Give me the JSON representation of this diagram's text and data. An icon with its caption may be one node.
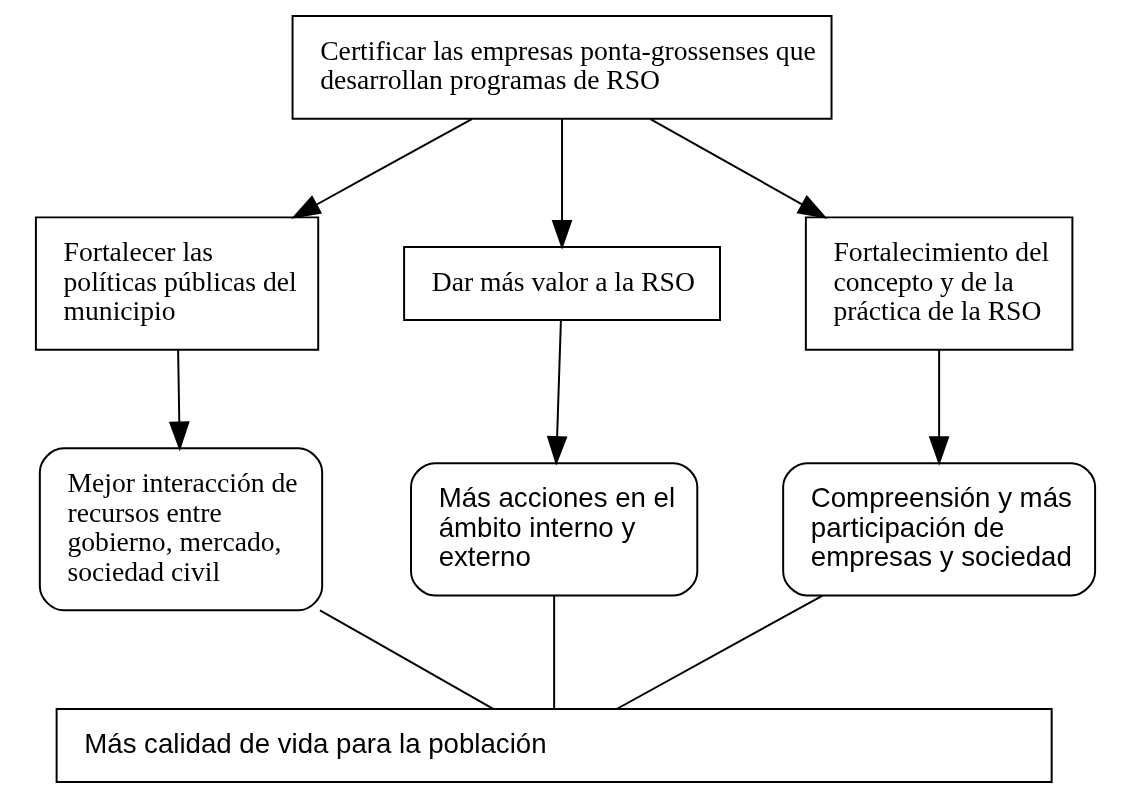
{
  "diagram": {
    "nodes": [
      {
        "text": [
          "Certificar las empresas ponta-grossenses que desarrollan programas de RSO"
        ]
      },
      {
        "text": [
          "Fortalecer las políticas públicas del municipio"
        ]
      },
      {
        "text": [
          "Dar más valor a la RSO"
        ]
      },
      {
        "text": [
          "Fortalecimiento del concepto y de la práctica de la RSO"
        ]
      },
      {
        "text": [
          "Mejor interacción de recursos entre gobierno, mercado, sociedad civil"
        ]
      },
      {
        "text": [
          "Más acciones en el ámbito interno y externo"
        ]
      },
      {
        "text": [
          "Compreensión y más participación de empresas y sociedad"
        ]
      },
      {
        "text": [
          "Más calidad de vida para la población"
        ]
      }
    ],
    "edges": [
      {
        "from": 0,
        "to": 1,
        "arrow": "to"
      },
      {
        "from": 0,
        "to": 2,
        "arrow": "to"
      },
      {
        "from": 0,
        "to": 3,
        "arrow": "to"
      },
      {
        "from": 1,
        "to": 4,
        "arrow": "to"
      },
      {
        "from": 2,
        "to": 5,
        "arrow": "to"
      },
      {
        "from": 3,
        "to": 6,
        "arrow": "to"
      },
      {
        "from": 4,
        "to": 7,
        "arrow": "none"
      },
      {
        "from": 5,
        "to": 7,
        "arrow": "none"
      },
      {
        "from": 6,
        "to": 7,
        "arrow": "none"
      }
    ]
  }
}
